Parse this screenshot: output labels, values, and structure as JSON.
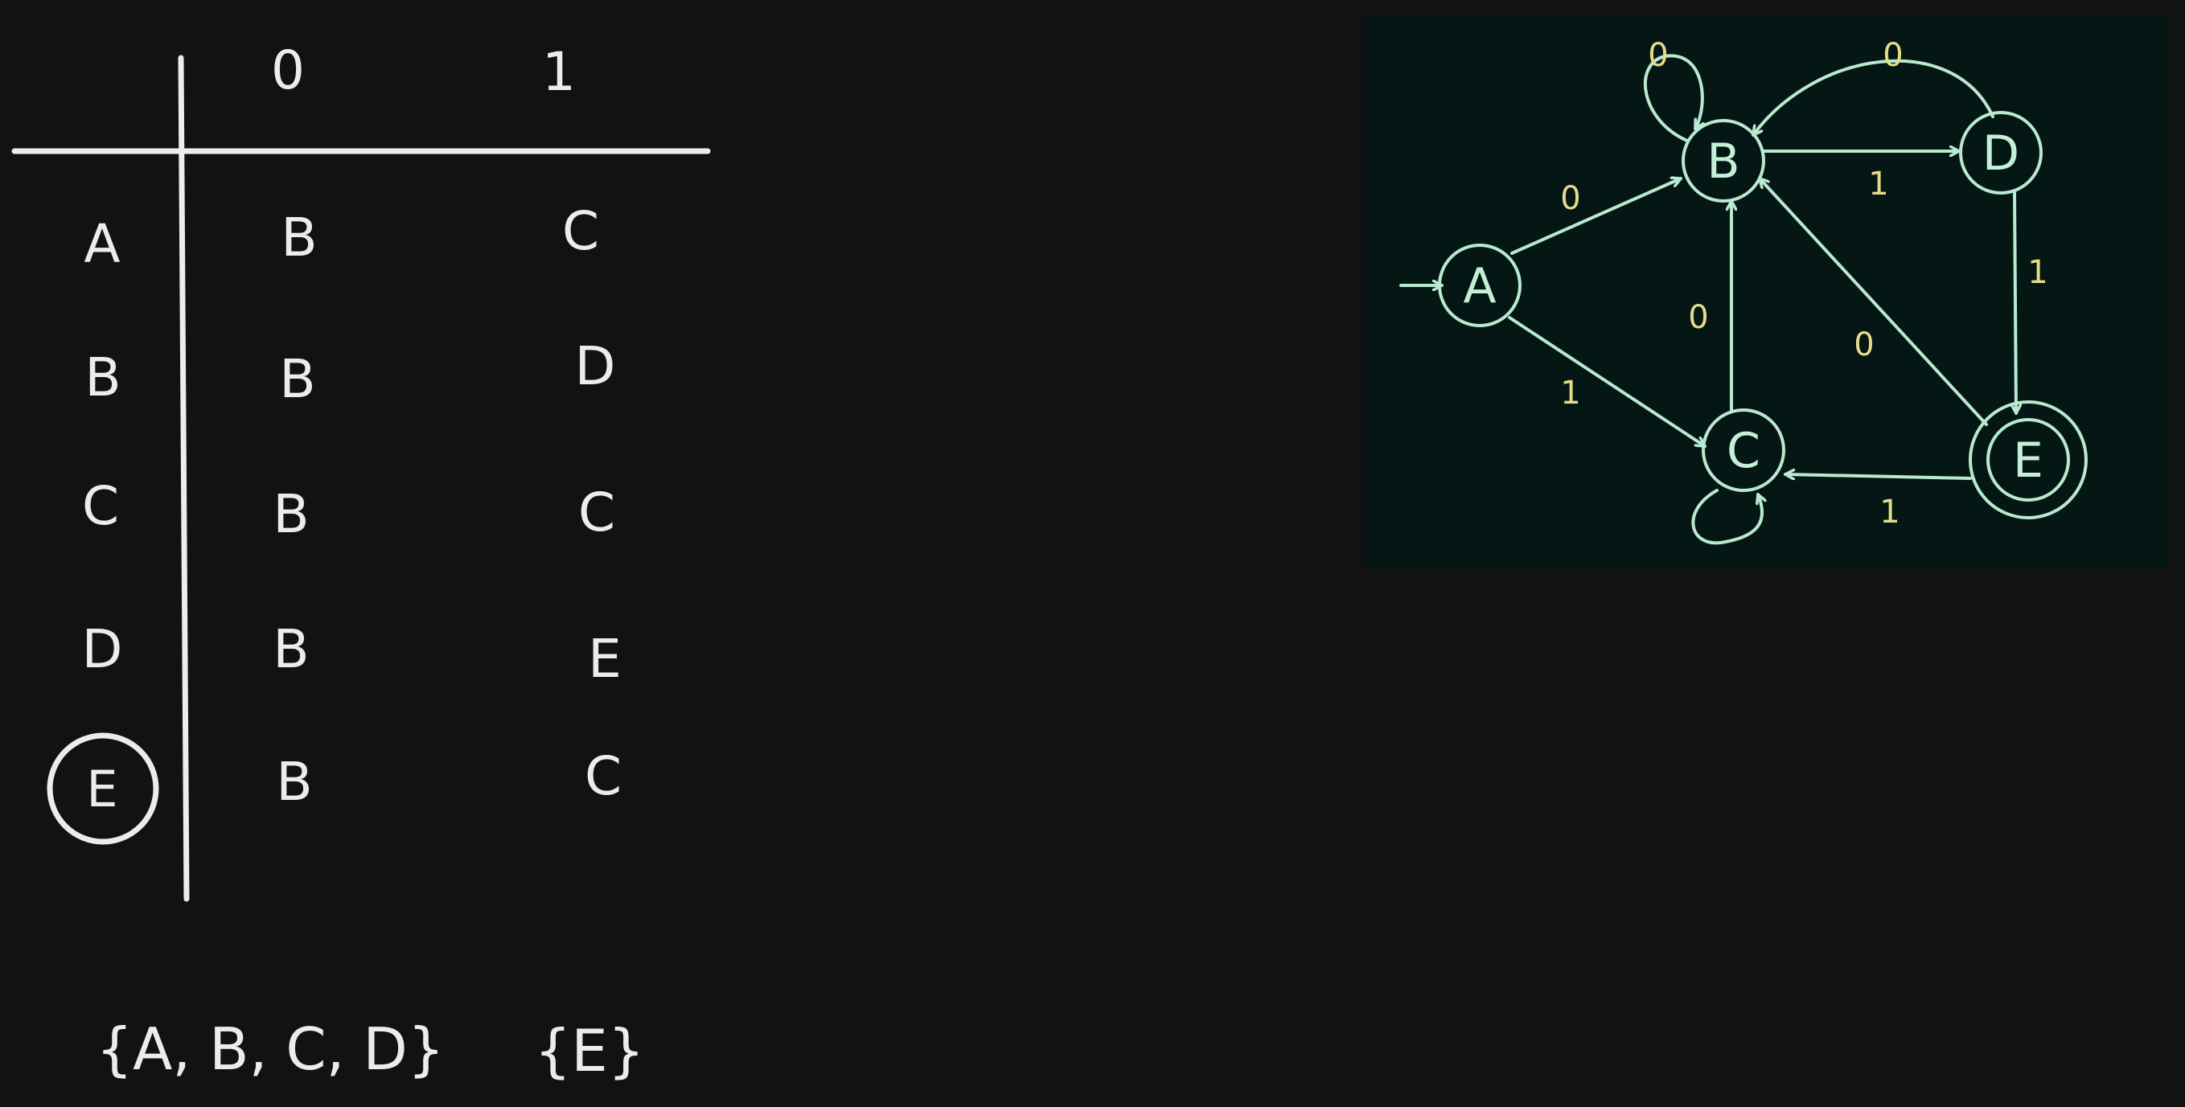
{
  "table": {
    "columns": [
      "0",
      "1"
    ],
    "rows": [
      {
        "state": "A",
        "on0": "B",
        "on1": "C",
        "final": false
      },
      {
        "state": "B",
        "on0": "B",
        "on1": "D",
        "final": false
      },
      {
        "state": "C",
        "on0": "B",
        "on1": "C",
        "final": false
      },
      {
        "state": "D",
        "on0": "B",
        "on1": "E",
        "final": false
      },
      {
        "state": "E",
        "on0": "B",
        "on1": "C",
        "final": true
      }
    ]
  },
  "partition": {
    "non_final": "{A, B, C, D}",
    "final": "{E}"
  },
  "dfa": {
    "states": {
      "A": "A",
      "B": "B",
      "C": "C",
      "D": "D",
      "E": "E"
    },
    "start_state": "A",
    "final_states": [
      "E"
    ],
    "labels": {
      "a_b": "0",
      "a_c": "1",
      "b_loop": "0",
      "d_b": "0",
      "b_d": "1",
      "c_b": "0",
      "e_b": "0",
      "d_e": "1",
      "e_c": "1"
    },
    "colors": {
      "panel": "#051714",
      "edge": "#b9e9cf",
      "label": "#e6dc8a"
    }
  }
}
